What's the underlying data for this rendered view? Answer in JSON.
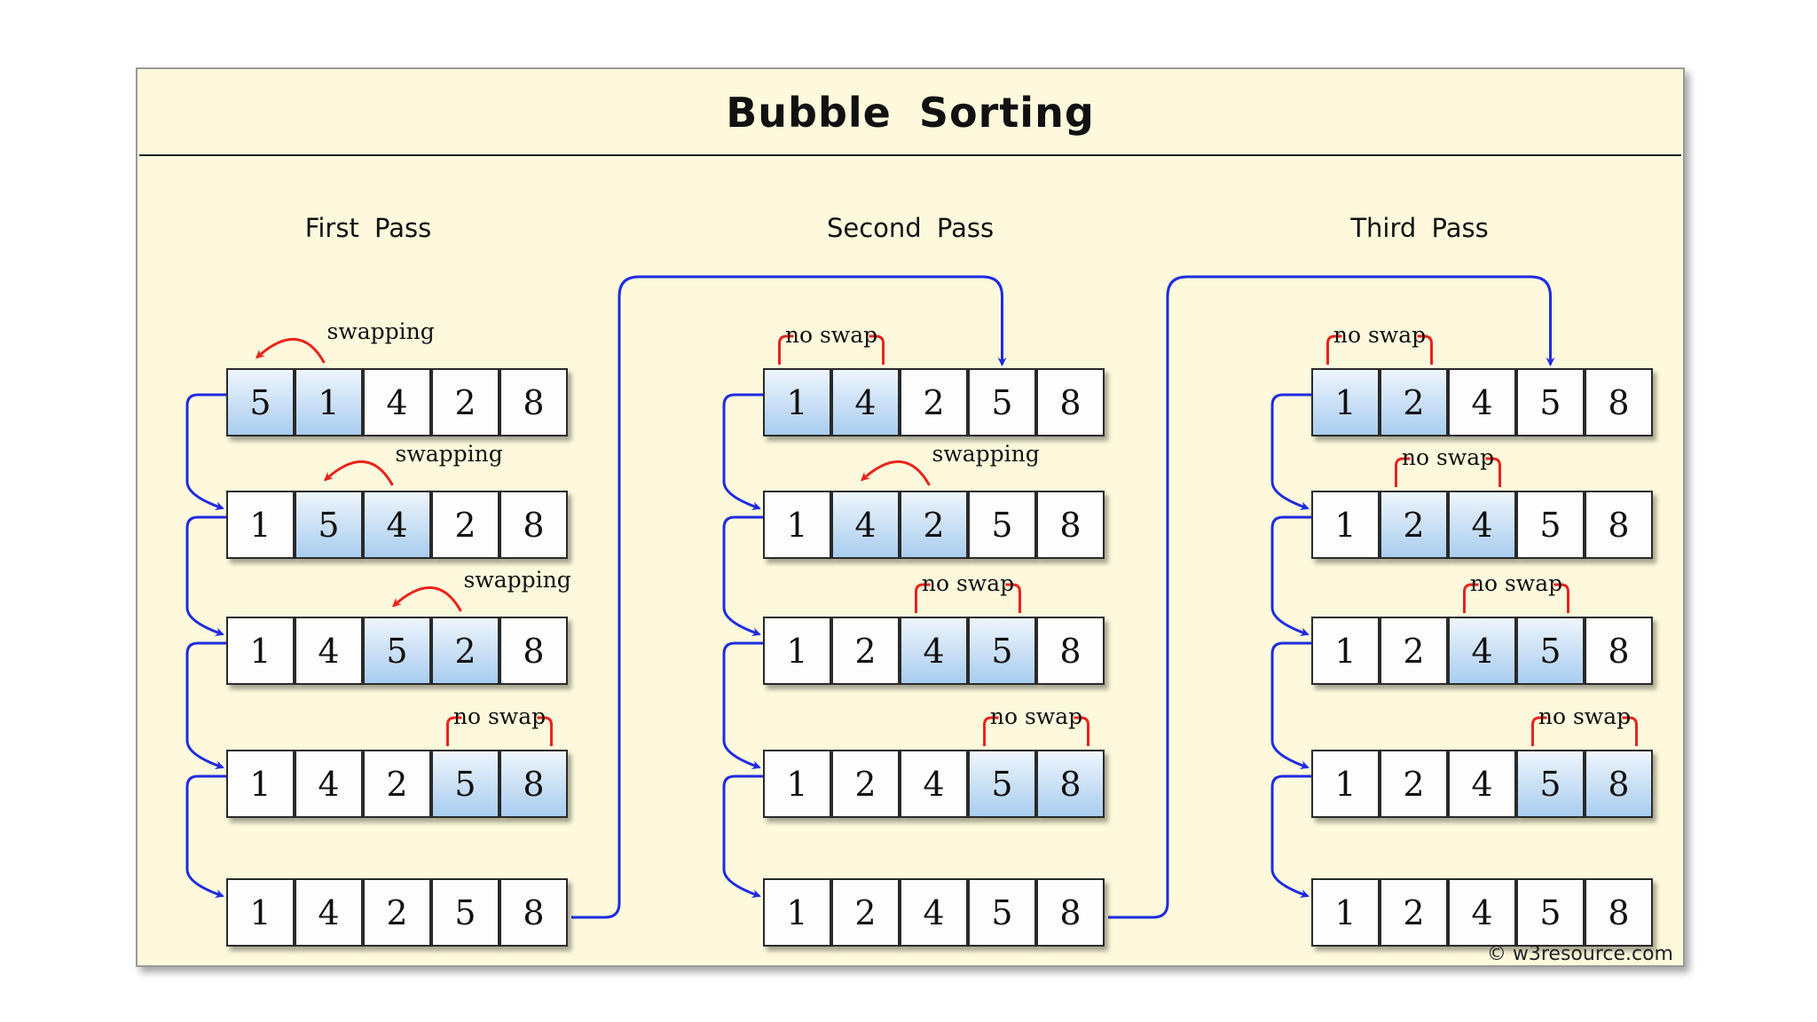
{
  "title": "Bubble  Sorting",
  "credit": "© w3resource.com",
  "colors": {
    "background": "#fdf9dc",
    "highlight": "#a9cdef",
    "flow_arrow": "#1f2be0",
    "swap_arrow": "#e8241c",
    "no_swap_bracket": "#e8241c"
  },
  "passes": [
    {
      "label": "First  Pass",
      "steps": [
        {
          "values": [
            5,
            1,
            4,
            2,
            8
          ],
          "compare": [
            0,
            1
          ],
          "note": "swapping"
        },
        {
          "values": [
            1,
            5,
            4,
            2,
            8
          ],
          "compare": [
            1,
            2
          ],
          "note": "swapping"
        },
        {
          "values": [
            1,
            4,
            5,
            2,
            8
          ],
          "compare": [
            2,
            3
          ],
          "note": "swapping"
        },
        {
          "values": [
            1,
            4,
            2,
            5,
            8
          ],
          "compare": [
            3,
            4
          ],
          "note": "no swap"
        },
        {
          "values": [
            1,
            4,
            2,
            5,
            8
          ],
          "compare": null,
          "note": ""
        }
      ]
    },
    {
      "label": "Second  Pass",
      "steps": [
        {
          "values": [
            1,
            4,
            2,
            5,
            8
          ],
          "compare": [
            0,
            1
          ],
          "note": "no swap"
        },
        {
          "values": [
            1,
            4,
            2,
            5,
            8
          ],
          "compare": [
            1,
            2
          ],
          "note": "swapping"
        },
        {
          "values": [
            1,
            2,
            4,
            5,
            8
          ],
          "compare": [
            2,
            3
          ],
          "note": "no swap"
        },
        {
          "values": [
            1,
            2,
            4,
            5,
            8
          ],
          "compare": [
            3,
            4
          ],
          "note": "no swap"
        },
        {
          "values": [
            1,
            2,
            4,
            5,
            8
          ],
          "compare": null,
          "note": ""
        }
      ]
    },
    {
      "label": "Third  Pass",
      "steps": [
        {
          "values": [
            1,
            2,
            4,
            5,
            8
          ],
          "compare": [
            0,
            1
          ],
          "note": "no swap"
        },
        {
          "values": [
            1,
            2,
            4,
            5,
            8
          ],
          "compare": [
            1,
            2
          ],
          "note": "no swap"
        },
        {
          "values": [
            1,
            2,
            4,
            5,
            8
          ],
          "compare": [
            2,
            3
          ],
          "note": "no swap"
        },
        {
          "values": [
            1,
            2,
            4,
            5,
            8
          ],
          "compare": [
            3,
            4
          ],
          "note": "no swap"
        },
        {
          "values": [
            1,
            2,
            4,
            5,
            8
          ],
          "compare": null,
          "note": ""
        }
      ]
    }
  ]
}
